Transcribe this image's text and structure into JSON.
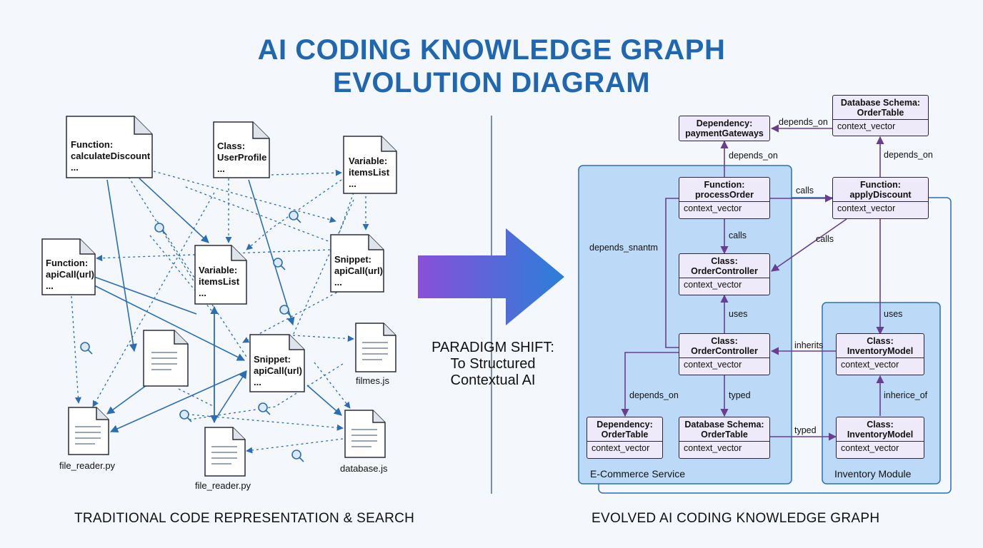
{
  "title": {
    "line1": "AI CODING KNOWLEDGE GRAPH",
    "line2": "EVOLUTION DIAGRAM"
  },
  "colors": {
    "title": "#2067b1",
    "edge_left": "#2a6eb5",
    "edge_right": "#6a3d8f",
    "group_fill": "#bcdaf7",
    "node_fill": "#efeaf9",
    "arrow_start": "#8a4fd8",
    "arrow_end": "#2b7fd8"
  },
  "left": {
    "caption": "TRADITIONAL CODE REPRESENTATION & SEARCH",
    "cards": [
      {
        "text": "Function:\ncalculateDiscount\n..."
      },
      {
        "text": "Class:\nUserProfile\n..."
      },
      {
        "text": "Variable:\nitemsList\n..."
      },
      {
        "text": "Function:\napiCall(url)\n..."
      },
      {
        "text": "Variable:\nitemsList\n..."
      },
      {
        "text": "Snippet:\napiCall(url)\n..."
      },
      {
        "text": "Snippet:\napiCall(url)\n..."
      }
    ],
    "files": [
      {
        "name": ""
      },
      {
        "name": "filmes.js"
      },
      {
        "name": "file_reader.py"
      },
      {
        "name": "file_reader.py"
      },
      {
        "name": "database.js"
      }
    ],
    "search_icon": "magnifier-icon"
  },
  "middle": {
    "shift_text": "PARADIGM SHIFT:\nTo Structured\nContextual AI"
  },
  "right": {
    "caption": "EVOLVED AI CODING KNOWLEDGE GRAPH",
    "groups": {
      "ecommerce": "E-Commerce Service",
      "inventory": "Inventory Module"
    },
    "nodes": {
      "dep_payment": {
        "title": "Dependency:\npaymentGateways",
        "field": ""
      },
      "db_order_top": {
        "title": "Database Schema:\nOrderTable",
        "field": "context_vector"
      },
      "fn_process": {
        "title": "Function:\nprocessOrder",
        "field": "context_vector"
      },
      "fn_apply": {
        "title": "Function:\napplyDiscount",
        "field": "context_vector"
      },
      "cls_controller1": {
        "title": "Class:\nOrderController",
        "field": "context_vector"
      },
      "cls_controller2": {
        "title": "Class:\nOrderController",
        "field": "context_vector"
      },
      "cls_inventory1": {
        "title": "Class:\nInventoryModel",
        "field": "context_vector"
      },
      "dep_order": {
        "title": "Dependency:\nOrderTable",
        "field": "context_vector"
      },
      "db_order_bottom": {
        "title": "Database Schema:\nOrderTable",
        "field": "context_vector"
      },
      "cls_inventory2": {
        "title": "Class:\nInventoryModel",
        "field": "context_vector"
      }
    },
    "edges": {
      "depends_on_top": "depends_on",
      "depends_on_payment": "depends_on",
      "depends_on_apply": "depends_on",
      "calls_top": "calls",
      "calls_mid": "calls",
      "calls_diag": "calls",
      "depends_snantm": "depends_snantm",
      "uses_left": "uses",
      "uses_right": "uses",
      "inherits": "inherits",
      "depends_on_bottom": "depends_on",
      "typed_mid": "typed",
      "inherice_of": "inherice_of",
      "typed_right": "typed"
    }
  }
}
